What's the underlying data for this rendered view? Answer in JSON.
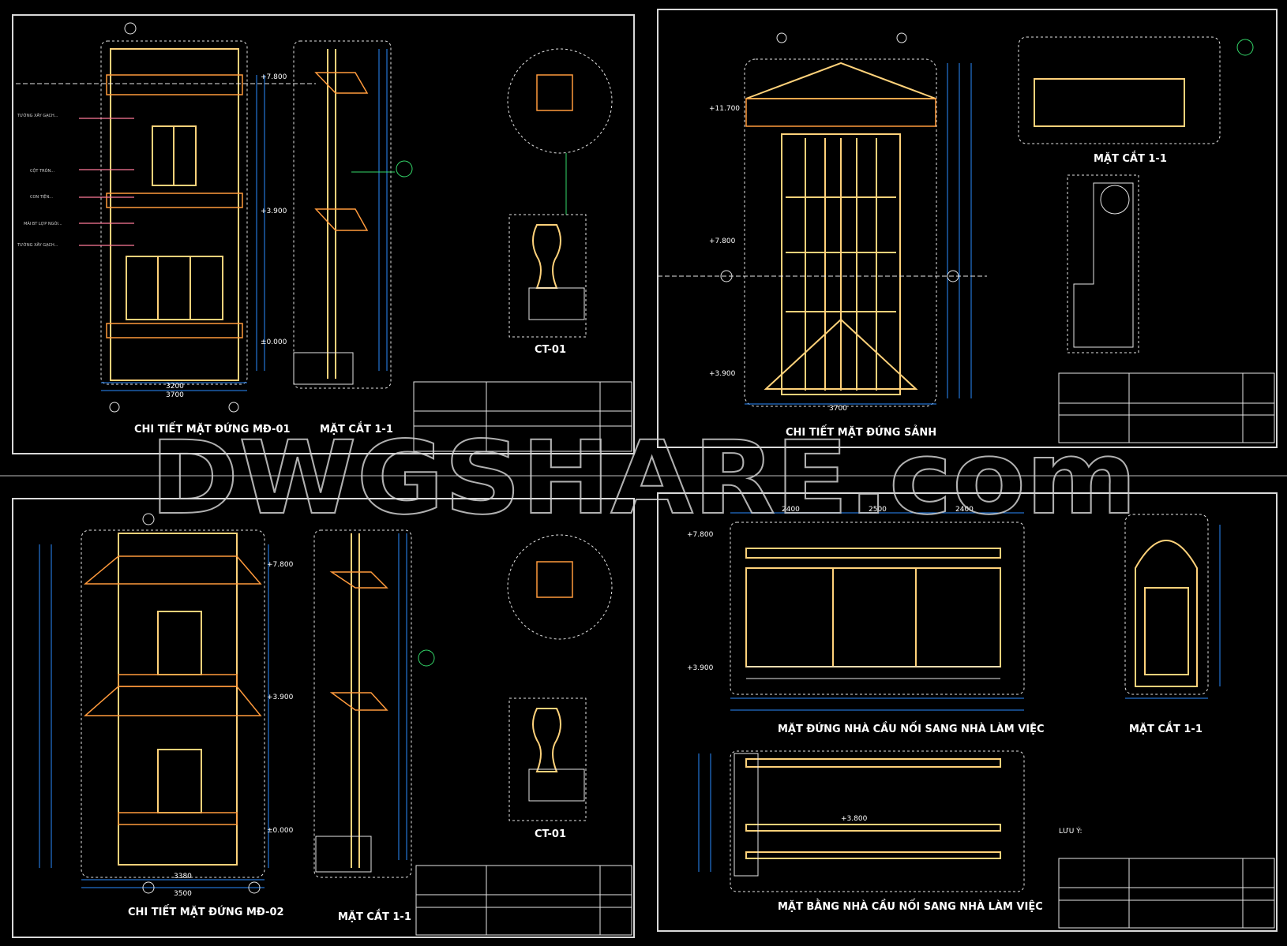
{
  "sheets": [
    {
      "id": "sheet-1",
      "titles": [
        "CHI TIẾT MẶT ĐỨNG MĐ-01",
        "MẶT CẮT 1-1",
        "CT-01"
      ],
      "levels": [
        "+7.800",
        "+3.900",
        "±0.000"
      ],
      "bottom_dims": [
        "3200",
        "3700"
      ]
    },
    {
      "id": "sheet-2",
      "titles": [
        "CHI TIẾT MẶT ĐỨNG SẢNH",
        "MẶT CẮT 1-1"
      ],
      "levels": [
        "+11.700",
        "+7.800",
        "+3.900"
      ],
      "bottom_dims": [
        "3700"
      ]
    },
    {
      "id": "sheet-3",
      "titles": [
        "CHI TIẾT MẶT ĐỨNG MĐ-02",
        "MẶT CẮT 1-1",
        "CT-01"
      ],
      "levels": [
        "+7.800",
        "+3.900",
        "±0.000"
      ],
      "bottom_dims": [
        "3380",
        "3500"
      ]
    },
    {
      "id": "sheet-4",
      "titles": [
        "MẶT ĐỨNG NHÀ CẦU NỐI SANG NHÀ LÀM VIỆC",
        "MẶT CẮT 1-1",
        "MẶT BẰNG NHÀ CẦU NỐI SANG NHÀ LÀM VIỆC"
      ],
      "levels": [
        "+7.800",
        "+3.900",
        "+3.800"
      ],
      "bottom_dims": [
        "2400",
        "2500",
        "2400"
      ],
      "note_title": "LƯU Ý:"
    }
  ],
  "watermark": "DWGSHARE.com",
  "colors": {
    "background": "#000000",
    "frame": "#d9d9d9",
    "dimension": "#2a8cff",
    "wall": "#ffd27a",
    "leader": "#34d86a"
  }
}
